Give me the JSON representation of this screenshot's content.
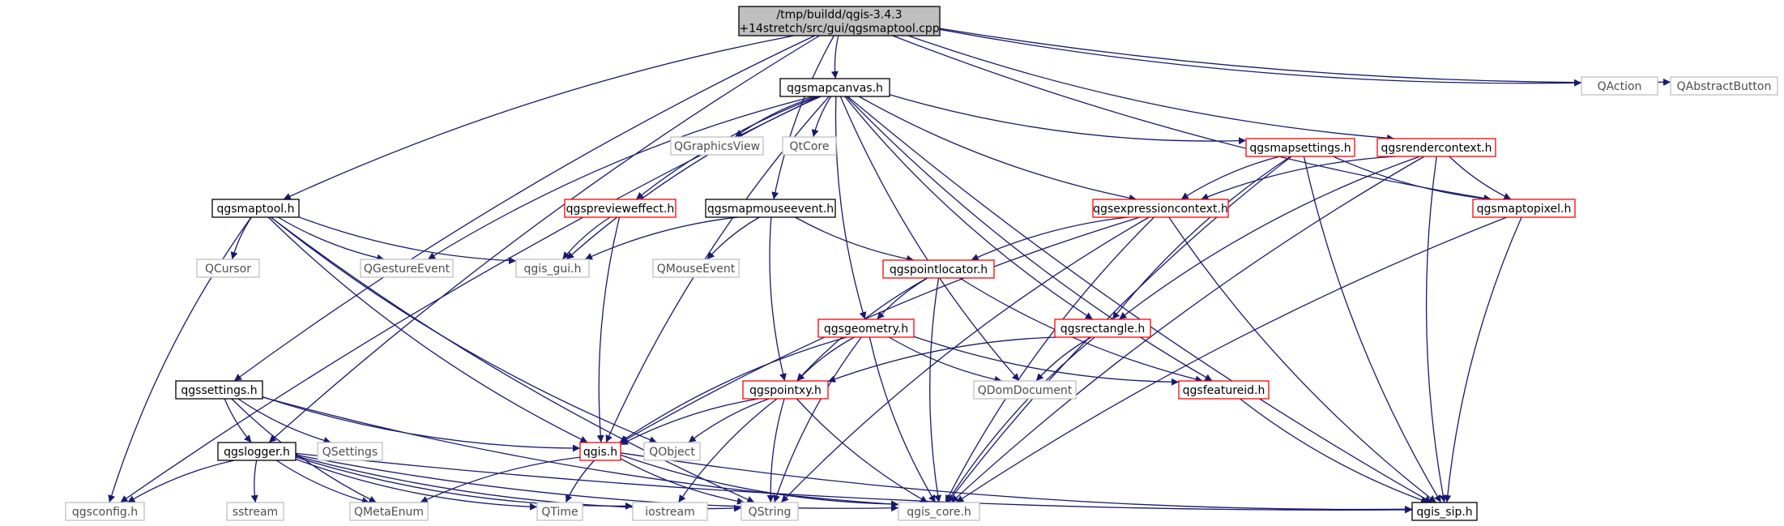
{
  "colors": {
    "edge": "#191970",
    "border_black": "#000000",
    "border_red": "#ff0000",
    "border_gray": "#bfbfbf",
    "text_black": "#000000",
    "text_gray": "#4d4d4d",
    "root_fill": "#bfbfbf",
    "fill": "#ffffff"
  },
  "nodes": [
    {
      "id": "root",
      "lines": [
        "/tmp/buildd/qgis-3.4.3",
        "+14stretch/src/gui/qgsmaptool.cpp"
      ],
      "style": "root"
    },
    {
      "id": "qgsmapcanvas",
      "lines": [
        "qgsmapcanvas.h"
      ],
      "style": "black"
    },
    {
      "id": "qaction",
      "lines": [
        "QAction"
      ],
      "style": "gray"
    },
    {
      "id": "qabstractbutton",
      "lines": [
        "QAbstractButton"
      ],
      "style": "gray"
    },
    {
      "id": "qgraphicsview",
      "lines": [
        "QGraphicsView"
      ],
      "style": "gray"
    },
    {
      "id": "qtcore",
      "lines": [
        "QtCore"
      ],
      "style": "gray"
    },
    {
      "id": "qgsmapsettings",
      "lines": [
        "qgsmapsettings.h"
      ],
      "style": "red"
    },
    {
      "id": "qgsrendercontext",
      "lines": [
        "qgsrendercontext.h"
      ],
      "style": "red"
    },
    {
      "id": "qgsmaptool_h",
      "lines": [
        "qgsmaptool.h"
      ],
      "style": "black"
    },
    {
      "id": "qgspreviewe",
      "lines": [
        "qgspreviewe­ffect.h"
      ],
      "style": "red"
    },
    {
      "id": "qgsmapmouseevent",
      "lines": [
        "qgsmapmouseevent.h"
      ],
      "style": "black"
    },
    {
      "id": "qgsexpressioncontext",
      "lines": [
        "qgsexpressioncontext.h"
      ],
      "style": "red"
    },
    {
      "id": "qgsmaptopixel",
      "lines": [
        "qgsmaptopixel.h"
      ],
      "style": "red"
    },
    {
      "id": "qcursor",
      "lines": [
        "QCursor"
      ],
      "style": "gray"
    },
    {
      "id": "qgestureevent",
      "lines": [
        "QGestureEvent"
      ],
      "style": "gray"
    },
    {
      "id": "qgis_gui",
      "lines": [
        "qgis_gui.h"
      ],
      "style": "gray"
    },
    {
      "id": "qmouseevent",
      "lines": [
        "QMouseEvent"
      ],
      "style": "gray"
    },
    {
      "id": "qgspointlocator",
      "lines": [
        "qgspointlocator.h"
      ],
      "style": "red"
    },
    {
      "id": "qgsgeometry",
      "lines": [
        "qgsgeometry.h"
      ],
      "style": "red"
    },
    {
      "id": "qgsrectangle",
      "lines": [
        "qgsrectangle.h"
      ],
      "style": "red"
    },
    {
      "id": "qgssettings",
      "lines": [
        "qgssettings.h"
      ],
      "style": "black"
    },
    {
      "id": "qgspointxy",
      "lines": [
        "qgspointxy.h"
      ],
      "style": "red"
    },
    {
      "id": "qdomdocument",
      "lines": [
        "QDomDocument"
      ],
      "style": "gray"
    },
    {
      "id": "qgsfeatureid",
      "lines": [
        "qgsfeatureid.h"
      ],
      "style": "red"
    },
    {
      "id": "qgslogger",
      "lines": [
        "qgslogger.h"
      ],
      "style": "black"
    },
    {
      "id": "qsettings",
      "lines": [
        "QSettings"
      ],
      "style": "gray"
    },
    {
      "id": "qgis_h",
      "lines": [
        "qgis.h"
      ],
      "style": "red"
    },
    {
      "id": "qobject",
      "lines": [
        "QObject"
      ],
      "style": "gray"
    },
    {
      "id": "qgsconfig",
      "lines": [
        "qgsconfig.h"
      ],
      "style": "gray"
    },
    {
      "id": "sstream",
      "lines": [
        "sstream"
      ],
      "style": "gray"
    },
    {
      "id": "qmetaenum",
      "lines": [
        "QMetaEnum"
      ],
      "style": "gray"
    },
    {
      "id": "qtime",
      "lines": [
        "QTime"
      ],
      "style": "gray"
    },
    {
      "id": "iostream",
      "lines": [
        "iostream"
      ],
      "style": "gray"
    },
    {
      "id": "qstring",
      "lines": [
        "QString"
      ],
      "style": "gray"
    },
    {
      "id": "qgis_core",
      "lines": [
        "qgis_core.h"
      ],
      "style": "gray"
    },
    {
      "id": "qgis_sip",
      "lines": [
        "qgis_sip.h"
      ],
      "style": "black"
    }
  ],
  "edges": [
    [
      "root",
      "qgsmapcanvas"
    ],
    [
      "root",
      "qaction"
    ],
    [
      "root",
      "qabstractbutton"
    ],
    [
      "root",
      "qgsrendercontext"
    ],
    [
      "root",
      "qgsmaptopixel"
    ],
    [
      "root",
      "qgsmaptool_h"
    ],
    [
      "root",
      "qgsmapmouseevent"
    ],
    [
      "root",
      "qgssettings"
    ],
    [
      "root",
      "qgslogger"
    ],
    [
      "qgsmapcanvas",
      "qgraphicsview"
    ],
    [
      "qgsmapcanvas",
      "qtcore"
    ],
    [
      "qgsmapcanvas",
      "qgsmapsettings"
    ],
    [
      "qgsmapcanvas",
      "qgspreviewe"
    ],
    [
      "qgsmapcanvas",
      "qgsexpressioncontext"
    ],
    [
      "qgsmapcanvas",
      "qgsgeometry"
    ],
    [
      "qgsmapcanvas",
      "qgsrectangle"
    ],
    [
      "qgsmapcanvas",
      "qgsfeatureid"
    ],
    [
      "qgsmapcanvas",
      "qdomdocument"
    ],
    [
      "qgsmapcanvas",
      "qgis_sip"
    ],
    [
      "qgsmapcanvas",
      "qgis_gui"
    ],
    [
      "qgsmapcanvas",
      "qgestureevent"
    ],
    [
      "qgsmapcanvas",
      "qgis_h"
    ],
    [
      "qgsmapcanvas",
      "qgsconfig"
    ],
    [
      "qgsmaptool_h",
      "qcursor"
    ],
    [
      "qgsmaptool_h",
      "qgestureevent"
    ],
    [
      "qgsmaptool_h",
      "qgis_gui"
    ],
    [
      "qgsmaptool_h",
      "qgsconfig"
    ],
    [
      "qgsmaptool_h",
      "qgis_h"
    ],
    [
      "qgsmaptool_h",
      "qobject"
    ],
    [
      "qgsmaptool_h",
      "qstring"
    ],
    [
      "qgspreviewe",
      "qgis_gui"
    ],
    [
      "qgspreviewe",
      "qgis_h"
    ],
    [
      "qgsmapmouseevent",
      "qgis_gui"
    ],
    [
      "qgsmapmouseevent",
      "qmouseevent"
    ],
    [
      "qgsmapmouseevent",
      "qgspointlocator"
    ],
    [
      "qgsmapmouseevent",
      "qgspointxy"
    ],
    [
      "qgsmapsettings",
      "qgsexpressioncontext"
    ],
    [
      "qgsmapsettings",
      "qgsmaptopixel"
    ],
    [
      "qgsmapsettings",
      "qgsrectangle"
    ],
    [
      "qgsmapsettings",
      "qgis_core"
    ],
    [
      "qgsmapsettings",
      "qgis_sip"
    ],
    [
      "qgsrendercontext",
      "qgsexpressioncontext"
    ],
    [
      "qgsrendercontext",
      "qgsmaptopixel"
    ],
    [
      "qgsrendercontext",
      "qgsrectangle"
    ],
    [
      "qgsrendercontext",
      "qgis_core"
    ],
    [
      "qgsrendercontext",
      "qgis_sip"
    ],
    [
      "qgsexpressioncontext",
      "qgspointlocator"
    ],
    [
      "qgsexpressioncontext",
      "qgis_h"
    ],
    [
      "qgsexpressioncontext",
      "qstring"
    ],
    [
      "qgsexpressioncontext",
      "qgis_core"
    ],
    [
      "qgsexpressioncontext",
      "qgis_sip"
    ],
    [
      "qgsmaptopixel",
      "qgis_core"
    ],
    [
      "qgsmaptopixel",
      "qgis_sip"
    ],
    [
      "qgspointlocator",
      "qgsgeometry"
    ],
    [
      "qgspointlocator",
      "qgspointxy"
    ],
    [
      "qgspointlocator",
      "qgsfeatureid"
    ],
    [
      "qgspointlocator",
      "qgis_core"
    ],
    [
      "qgsgeometry",
      "qgspointxy"
    ],
    [
      "qgsgeometry",
      "qdomdocument"
    ],
    [
      "qgsgeometry",
      "qgsfeatureid"
    ],
    [
      "qgsgeometry",
      "qgis_h"
    ],
    [
      "qgsgeometry",
      "qstring"
    ],
    [
      "qgsgeometry",
      "qgis_core"
    ],
    [
      "qgsrectangle",
      "qgspointxy"
    ],
    [
      "qgsrectangle",
      "qdomdocument"
    ],
    [
      "qgsrectangle",
      "qgis_core"
    ],
    [
      "qgsfeatureid",
      "qgis_sip"
    ],
    [
      "qgspointxy",
      "qgis_h"
    ],
    [
      "qgspointxy",
      "qobject"
    ],
    [
      "qgspointxy",
      "qstring"
    ],
    [
      "qgspointxy",
      "iostream"
    ],
    [
      "qgspointxy",
      "qgis_core"
    ],
    [
      "qgssettings",
      "qgslogger"
    ],
    [
      "qgssettings",
      "qsettings"
    ],
    [
      "qgssettings",
      "qgis_h"
    ],
    [
      "qgssettings",
      "qmetaenum"
    ],
    [
      "qgssettings",
      "qgis_core"
    ],
    [
      "qgslogger",
      "qgsconfig"
    ],
    [
      "qgslogger",
      "sstream"
    ],
    [
      "qgslogger",
      "qmetaenum"
    ],
    [
      "qgslogger",
      "qtime"
    ],
    [
      "qgslogger",
      "iostream"
    ],
    [
      "qgslogger",
      "qstring"
    ],
    [
      "qgslogger",
      "qgis_core"
    ],
    [
      "qgslogger",
      "qgis_sip"
    ],
    [
      "qgis_h",
      "qmetaenum"
    ],
    [
      "qgis_h",
      "qtime"
    ],
    [
      "qgis_h",
      "qstring"
    ],
    [
      "qgis_h",
      "qgis_core"
    ],
    [
      "qgis_h",
      "qgis_sip"
    ]
  ]
}
